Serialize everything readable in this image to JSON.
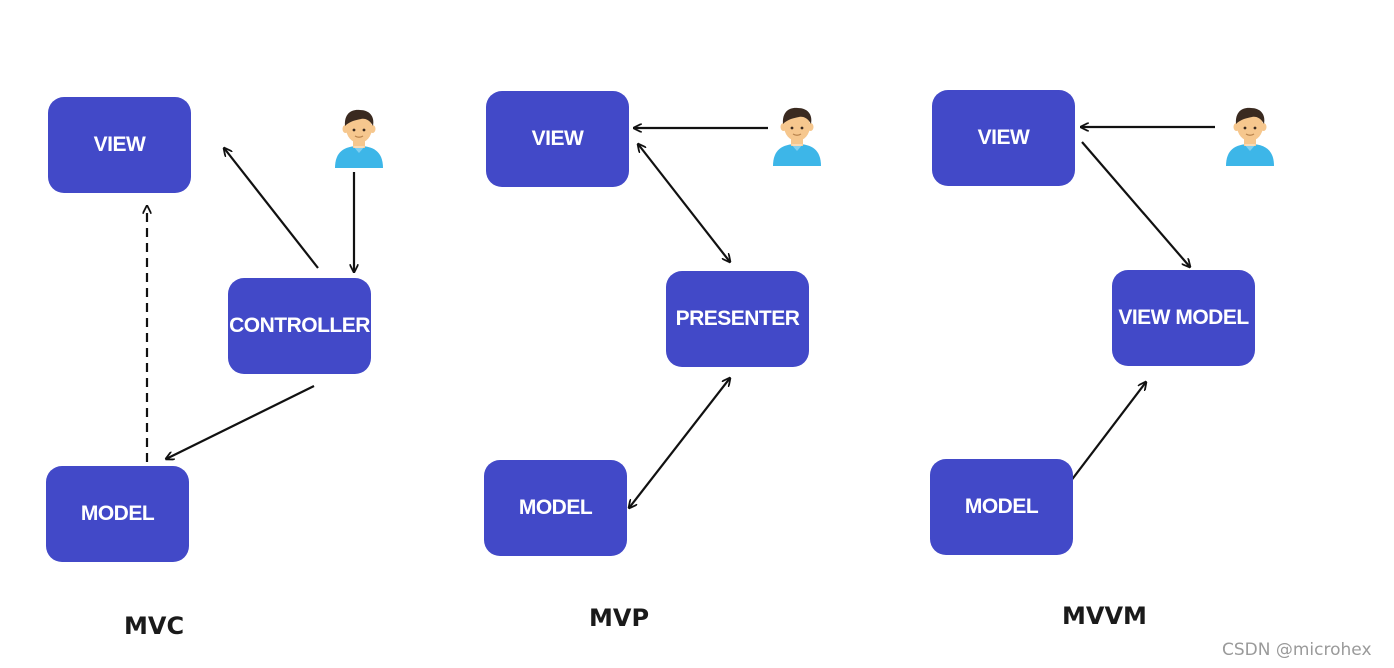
{
  "colors": {
    "box": "#4249c8",
    "box_text": "#ffffff",
    "arrow": "#111111",
    "skin": "#f6c78e",
    "hair": "#3a2a20",
    "shirt": "#3db6e8"
  },
  "mvc": {
    "view": "VIEW",
    "controller": "CONTROLLER",
    "model": "MODEL",
    "caption": "MVC",
    "user_icon": "user-icon"
  },
  "mvp": {
    "view": "VIEW",
    "presenter": "PRESENTER",
    "model": "MODEL",
    "caption": "MVP",
    "user_icon": "user-icon"
  },
  "mvvm": {
    "view": "VIEW",
    "view_model": "VIEW MODEL",
    "model": "MODEL",
    "caption": "MVVM",
    "user_icon": "user-icon"
  },
  "watermark": "CSDN @microhex"
}
